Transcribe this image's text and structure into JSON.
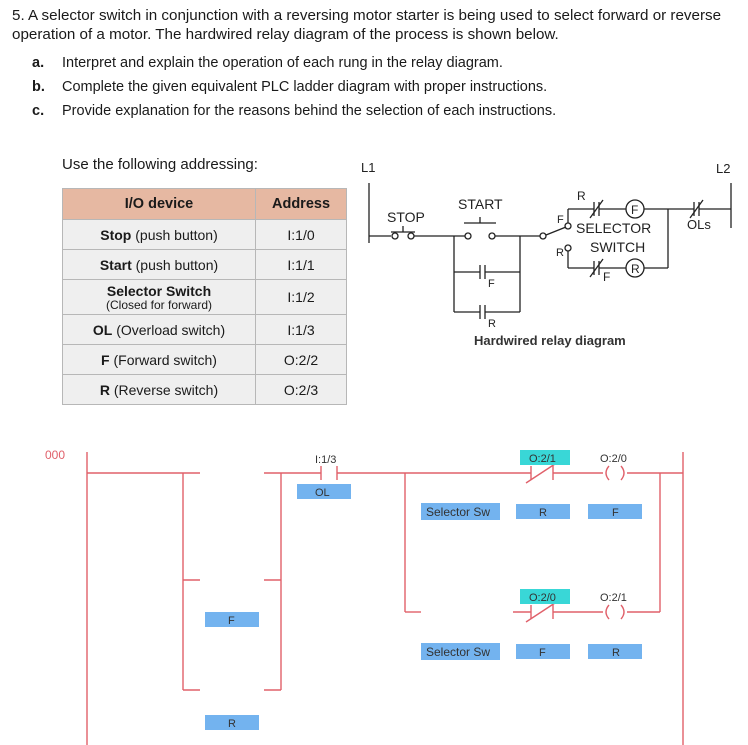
{
  "question": {
    "stem": "5. A selector switch in conjunction with a reversing motor starter is being used to select forward or reverse operation of a motor. The hardwired relay diagram of the process is shown below.",
    "parts": [
      {
        "letter": "a.",
        "text": "Interpret and explain the operation of each rung in the relay diagram."
      },
      {
        "letter": "b.",
        "text": "Complete the given equivalent PLC ladder diagram with proper instructions."
      },
      {
        "letter": "c.",
        "text": "Provide explanation for the reasons behind the selection of each instructions."
      }
    ]
  },
  "addressing": {
    "intro": "Use the following addressing:",
    "headers": [
      "I/O device",
      "Address"
    ],
    "rows": [
      {
        "name": "Stop",
        "desc": " (push button)",
        "address": "I:1/0"
      },
      {
        "name": "Start",
        "desc": " (push button)",
        "address": "I:1/1"
      },
      {
        "name": "Selector Switch",
        "desc": "(Closed for forward)",
        "address": "I:1/2"
      },
      {
        "name": "OL",
        "desc": " (Overload switch)",
        "address": "I:1/3"
      },
      {
        "name": "F",
        "desc": " (Forward switch)",
        "address": "O:2/2"
      },
      {
        "name": "R",
        "desc": " (Reverse switch)",
        "address": "O:2/3"
      }
    ]
  },
  "relay_diagram": {
    "l1": "L1",
    "l2": "L2",
    "stop": "STOP",
    "start": "START",
    "selector_r_top": "R",
    "selector_f": "F",
    "selector_r_bottom": "R",
    "selector_text": "SELECTOR",
    "switch_text": "SWITCH",
    "coil_f": "F",
    "coil_r": "R",
    "ols": "OLs",
    "branch_contact_f": "F",
    "branch_contact_r": "R",
    "interlock_r": "R",
    "interlock_f": "F",
    "caption": "Hardwired relay diagram"
  },
  "ladder": {
    "rung_number": "000",
    "ol_address": "I:1/3",
    "ol_label": "OL",
    "top_contact_address": "O:2/1",
    "top_coil_address": "O:2/0",
    "selector_top": "Selector Sw",
    "top_contact_label": "R",
    "top_coil_label": "F",
    "bottom_contact_address": "O:2/0",
    "bottom_coil_address": "O:2/1",
    "selector_bottom": "Selector Sw",
    "bottom_contact_label": "F",
    "bottom_coil_label": "R",
    "branch_f": "F",
    "branch_r": "R"
  },
  "colors": {
    "table_header": "#e6b8a2",
    "table_row": "#efefef",
    "rung_line": "#e0606a",
    "address_highlight": "#39d7d7",
    "label_box": "#73b3ef"
  }
}
